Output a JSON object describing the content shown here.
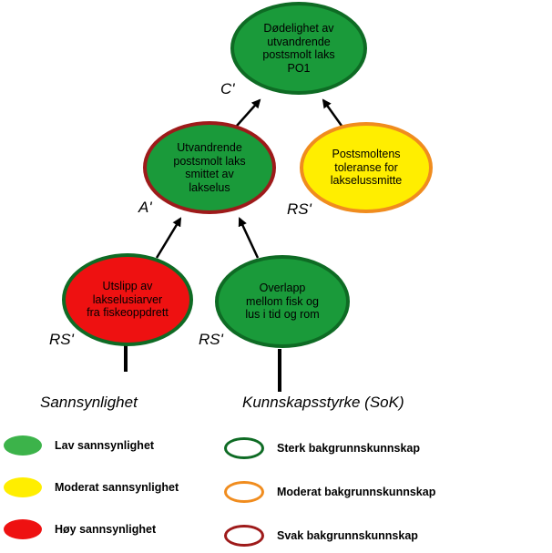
{
  "nodes": {
    "top": {
      "text": "Dødelighet av\nutvandrende\npostsmolt laks\nPO1",
      "fill": "#1a9a3a",
      "border": "#0e6b24"
    },
    "middle_left": {
      "text": "Utvandrende\npostsmolt laks\nsmittet av\nlakselus",
      "fill": "#1a9a3a",
      "border": "#9e1a1a"
    },
    "middle_right": {
      "text": "Postsmoltens\ntoleranse for\nlakselussmitte",
      "fill": "#ffee00",
      "border": "#f08c1e"
    },
    "bottom_left": {
      "text": "Utslipp av\nlakselusiarver\nfra fiskeoppdrett",
      "fill": "#ee1111",
      "border": "#0e6b24"
    },
    "bottom_right": {
      "text": "Overlapp\nmellom fisk og\nlus i tid og rom",
      "fill": "#1a9a3a",
      "border": "#0e6b24"
    }
  },
  "tags": {
    "c_prime": "C'",
    "a_prime": "A'",
    "rs_middle_right": "RS'",
    "rs_bottom_left": "RS'",
    "rs_bottom_right": "RS'"
  },
  "legend": {
    "probability_title": "Sannsynlighet",
    "knowledge_title": "Kunnskapsstyrke (SoK)",
    "probability": [
      {
        "label": "Lav sannsynlighet",
        "color": "#3cb34a"
      },
      {
        "label": "Moderat sannsynlighet",
        "color": "#ffee00"
      },
      {
        "label": "Høy sannsynlighet",
        "color": "#ee1111"
      }
    ],
    "knowledge": [
      {
        "label": "Sterk bakgrunnskunnskap",
        "color": "#0e6b24"
      },
      {
        "label": "Moderat bakgrunnskunnskap",
        "color": "#f08c1e"
      },
      {
        "label": "Svak bakgrunnskunnskap",
        "color": "#9e1a1a"
      }
    ]
  }
}
